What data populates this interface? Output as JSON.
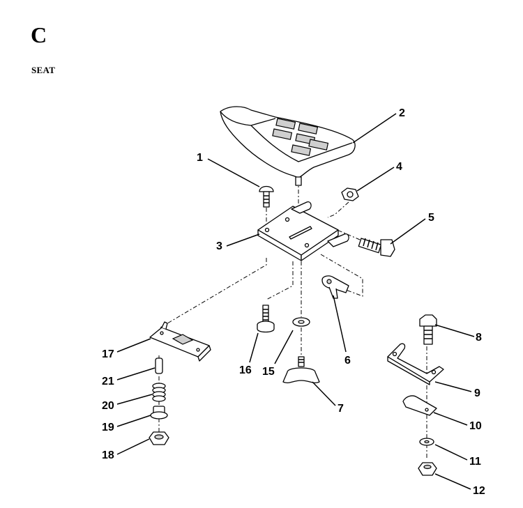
{
  "page": {
    "section_letter": "C",
    "section_title": "SEAT"
  },
  "callouts": {
    "c1": "1",
    "c2": "2",
    "c3": "3",
    "c4": "4",
    "c5": "5",
    "c6": "6",
    "c7": "7",
    "c8": "8",
    "c9": "9",
    "c10": "10",
    "c11": "11",
    "c12": "12",
    "c15": "15",
    "c16": "16",
    "c17": "17",
    "c18": "18",
    "c19": "19",
    "c20": "20",
    "c21": "21"
  }
}
